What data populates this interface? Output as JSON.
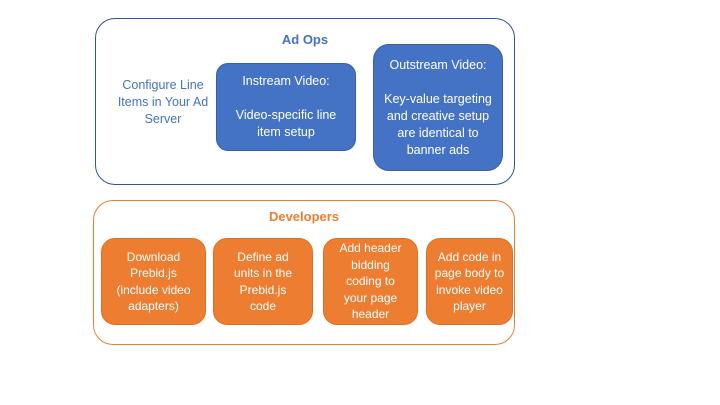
{
  "colors": {
    "blue_fill": "#4472C4",
    "blue_outline": "#2E5597",
    "blue_text": "#4472C4",
    "orange_fill": "#ED7D31",
    "orange_outline": "#ED7D31",
    "box_text": "#FFFFFF",
    "background": "#FFFFFF"
  },
  "ad_ops": {
    "title": "Ad Ops",
    "note": "Configure Line\nItems in Your Ad\nServer",
    "boxes": [
      {
        "title": "Instream Video:",
        "body": "Video-specific line\nitem setup"
      },
      {
        "title": "Outstream Video:",
        "body": "Key-value targeting\nand creative setup\nare identical to\nbanner ads"
      }
    ]
  },
  "developers": {
    "title": "Developers",
    "steps": [
      "Download\nPrebid.js\n(include video\nadapters)",
      "Define ad\nunits in the\nPrebid.js\ncode",
      "Add header\nbidding\ncoding to\nyour page\nheader",
      "Add code in\npage body to\ninvoke video\nplayer"
    ]
  }
}
